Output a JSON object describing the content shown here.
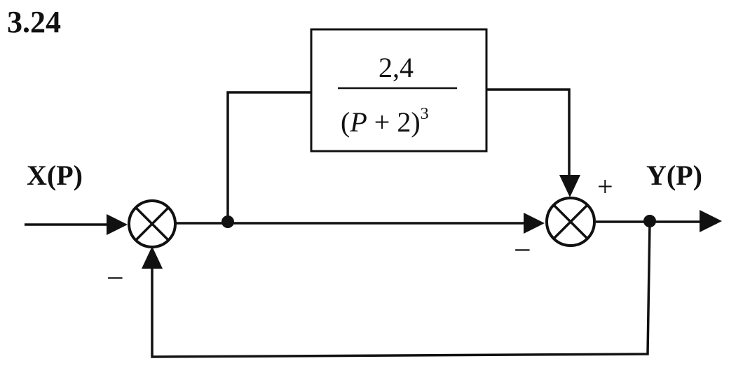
{
  "problem_number": "3.24",
  "input_label": "X(P)",
  "output_label": "Y(P)",
  "block": {
    "numerator": "2,4",
    "denominator_open": "(",
    "denominator_var": "P",
    "denominator_rest": " + 2)",
    "denominator_exp": "3"
  },
  "signs": {
    "first_sum_feedback": "−",
    "second_sum_top": "+",
    "second_sum_left": "−"
  }
}
